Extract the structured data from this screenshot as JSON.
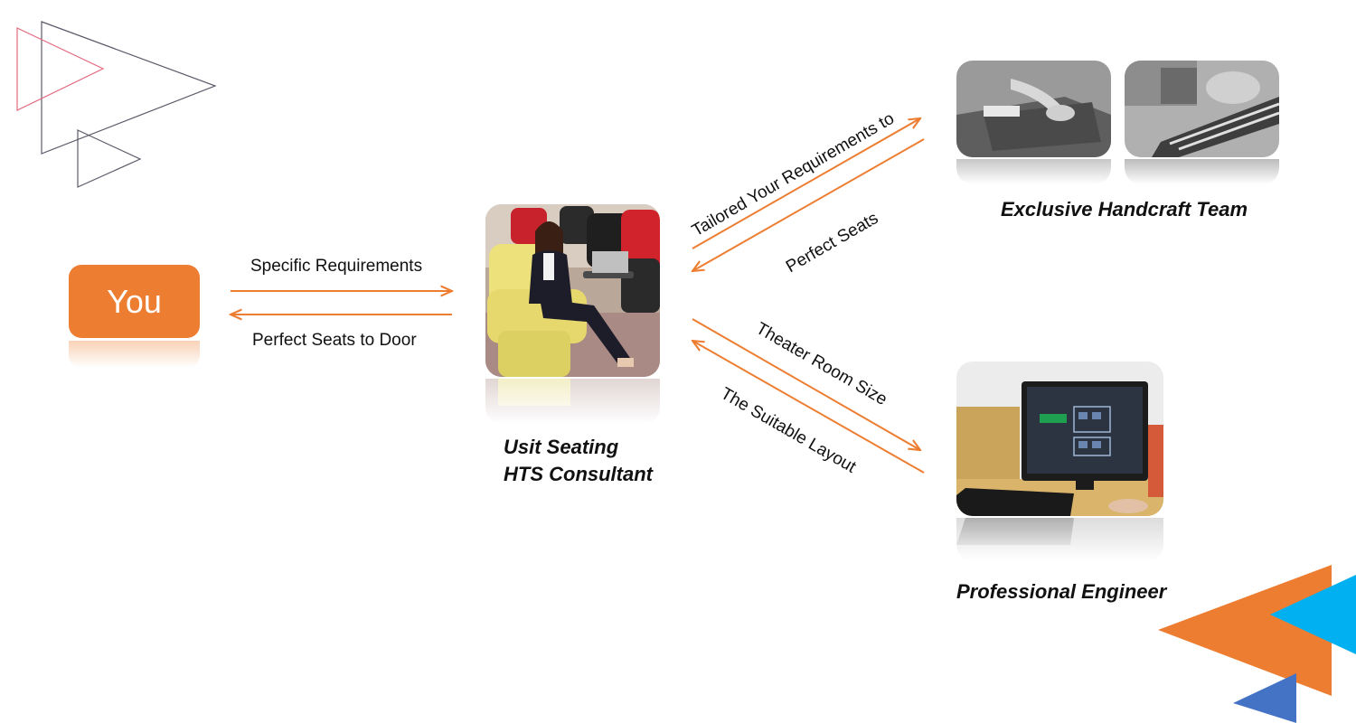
{
  "you": {
    "label": "You"
  },
  "flows": {
    "you_to_consultant": "Specific Requirements",
    "consultant_to_you": "Perfect Seats to Door",
    "consultant_to_handcraft": "Tailored Your Requirements to",
    "handcraft_to_consultant": "Perfect Seats",
    "consultant_to_engineer": "Theater Room Size",
    "engineer_to_consultant": "The Suitable Layout"
  },
  "consultant": {
    "caption_line1": "Usit Seating",
    "caption_line2": "HTS Consultant"
  },
  "handcraft": {
    "caption": "Exclusive Handcraft Team"
  },
  "engineer": {
    "caption": "Professional Engineer"
  },
  "colors": {
    "accent_orange": "#ed7d31",
    "accent_cyan": "#00b0f0",
    "accent_blue": "#4472c4",
    "outline_gray": "#5a5a6a",
    "outline_pink": "#e26a80"
  }
}
